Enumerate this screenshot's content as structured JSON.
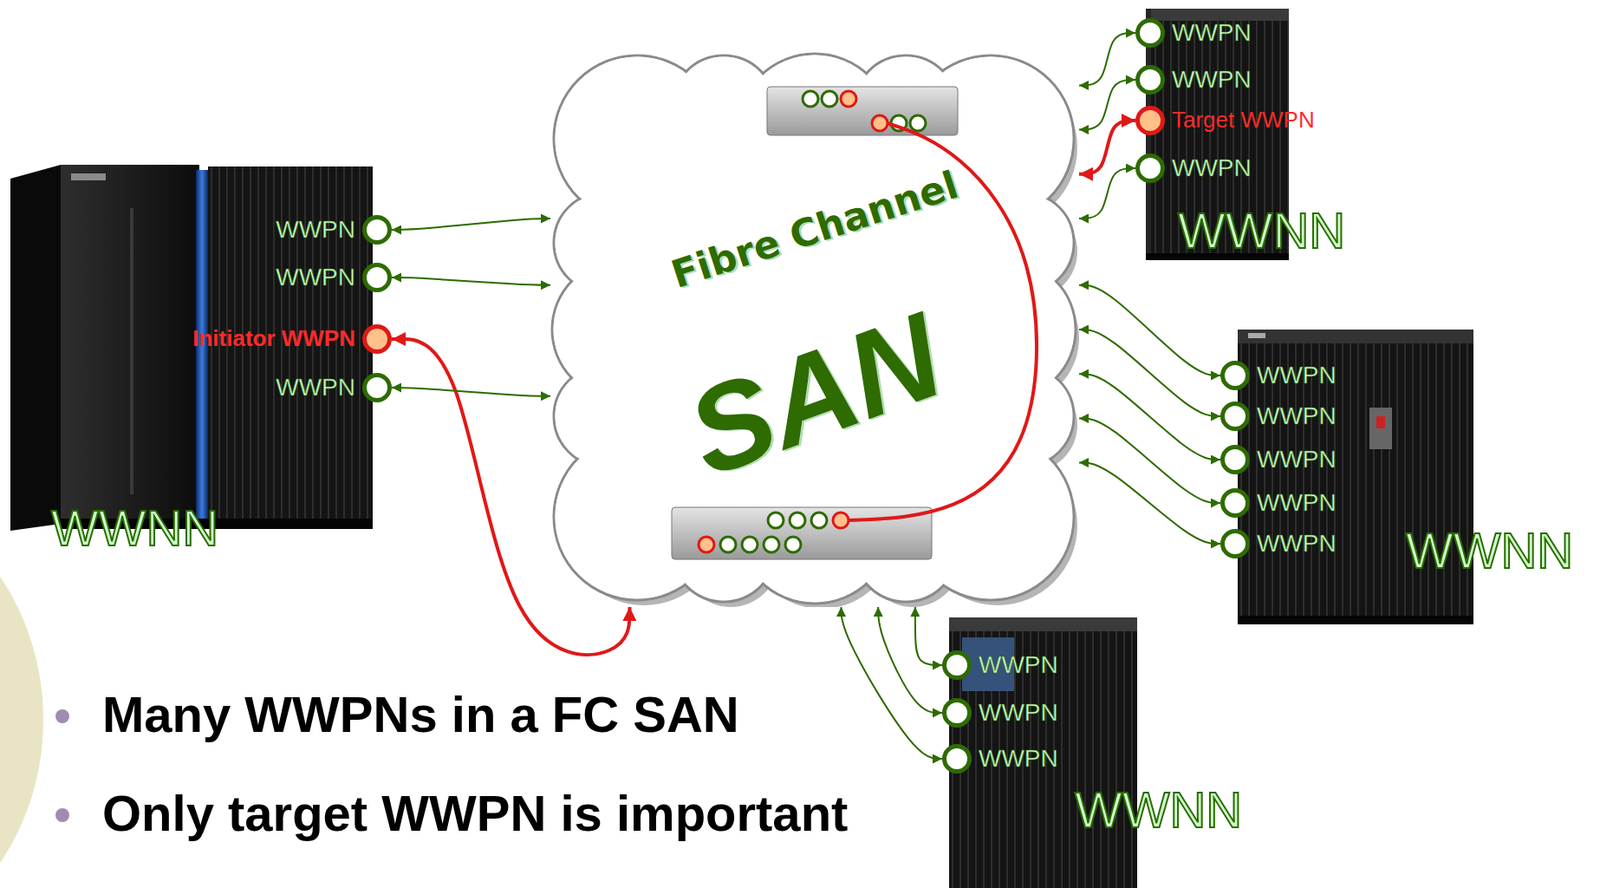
{
  "diagram": {
    "nodes": [
      {
        "text": [
          "WWNN"
        ]
      },
      {
        "text": [
          "WWPN"
        ],
        "in": 0
      },
      {
        "text": [
          "WWPN"
        ],
        "in": 0
      },
      {
        "text": [
          "Initiator WWPN"
        ],
        "in": 0
      },
      {
        "text": [
          "WWPN"
        ],
        "in": 0
      },
      {
        "text": [
          "Fibre Channel",
          "SAN"
        ]
      },
      {
        "text": [
          "WWNN"
        ]
      },
      {
        "text": [
          "WWPN"
        ],
        "in": 6
      },
      {
        "text": [
          "WWPN"
        ],
        "in": 6
      },
      {
        "text": [
          "Target WWPN"
        ],
        "in": 6
      },
      {
        "text": [
          "WWPN"
        ],
        "in": 6
      },
      {
        "text": [
          "WWNN"
        ]
      },
      {
        "text": [
          "WWPN"
        ],
        "in": 11
      },
      {
        "text": [
          "WWPN"
        ],
        "in": 11
      },
      {
        "text": [
          "WWPN"
        ],
        "in": 11
      },
      {
        "text": [
          "WWPN"
        ],
        "in": 11
      },
      {
        "text": [
          "WWPN"
        ],
        "in": 11
      },
      {
        "text": [
          "WWNN"
        ]
      },
      {
        "text": [
          "WWPN"
        ],
        "in": 17
      },
      {
        "text": [
          "WWPN"
        ],
        "in": 17
      },
      {
        "text": [
          "WWPN"
        ],
        "in": 17
      }
    ],
    "edges": [
      {
        "from": 1,
        "to": 5,
        "arrow": "both"
      },
      {
        "from": 2,
        "to": 5,
        "arrow": "both"
      },
      {
        "from": 3,
        "to": 5,
        "arrow": "both"
      },
      {
        "from": 4,
        "to": 5,
        "arrow": "both"
      },
      {
        "from": 7,
        "to": 5,
        "arrow": "both"
      },
      {
        "from": 8,
        "to": 5,
        "arrow": "both"
      },
      {
        "from": 9,
        "to": 5,
        "arrow": "both"
      },
      {
        "from": 10,
        "to": 5,
        "arrow": "both"
      },
      {
        "from": 12,
        "to": 5,
        "arrow": "both"
      },
      {
        "from": 13,
        "to": 5,
        "arrow": "both"
      },
      {
        "from": 14,
        "to": 5,
        "arrow": "both"
      },
      {
        "from": 15,
        "to": 5,
        "arrow": "both"
      },
      {
        "from": 16,
        "to": 5,
        "arrow": "both"
      },
      {
        "from": 18,
        "to": 5,
        "arrow": "both"
      },
      {
        "from": 19,
        "to": 5,
        "arrow": "both"
      },
      {
        "from": 20,
        "to": 5,
        "arrow": "both"
      }
    ],
    "labels": [
      "Many WWPNs in a FC SAN",
      "Only target WWPN is important"
    ]
  }
}
